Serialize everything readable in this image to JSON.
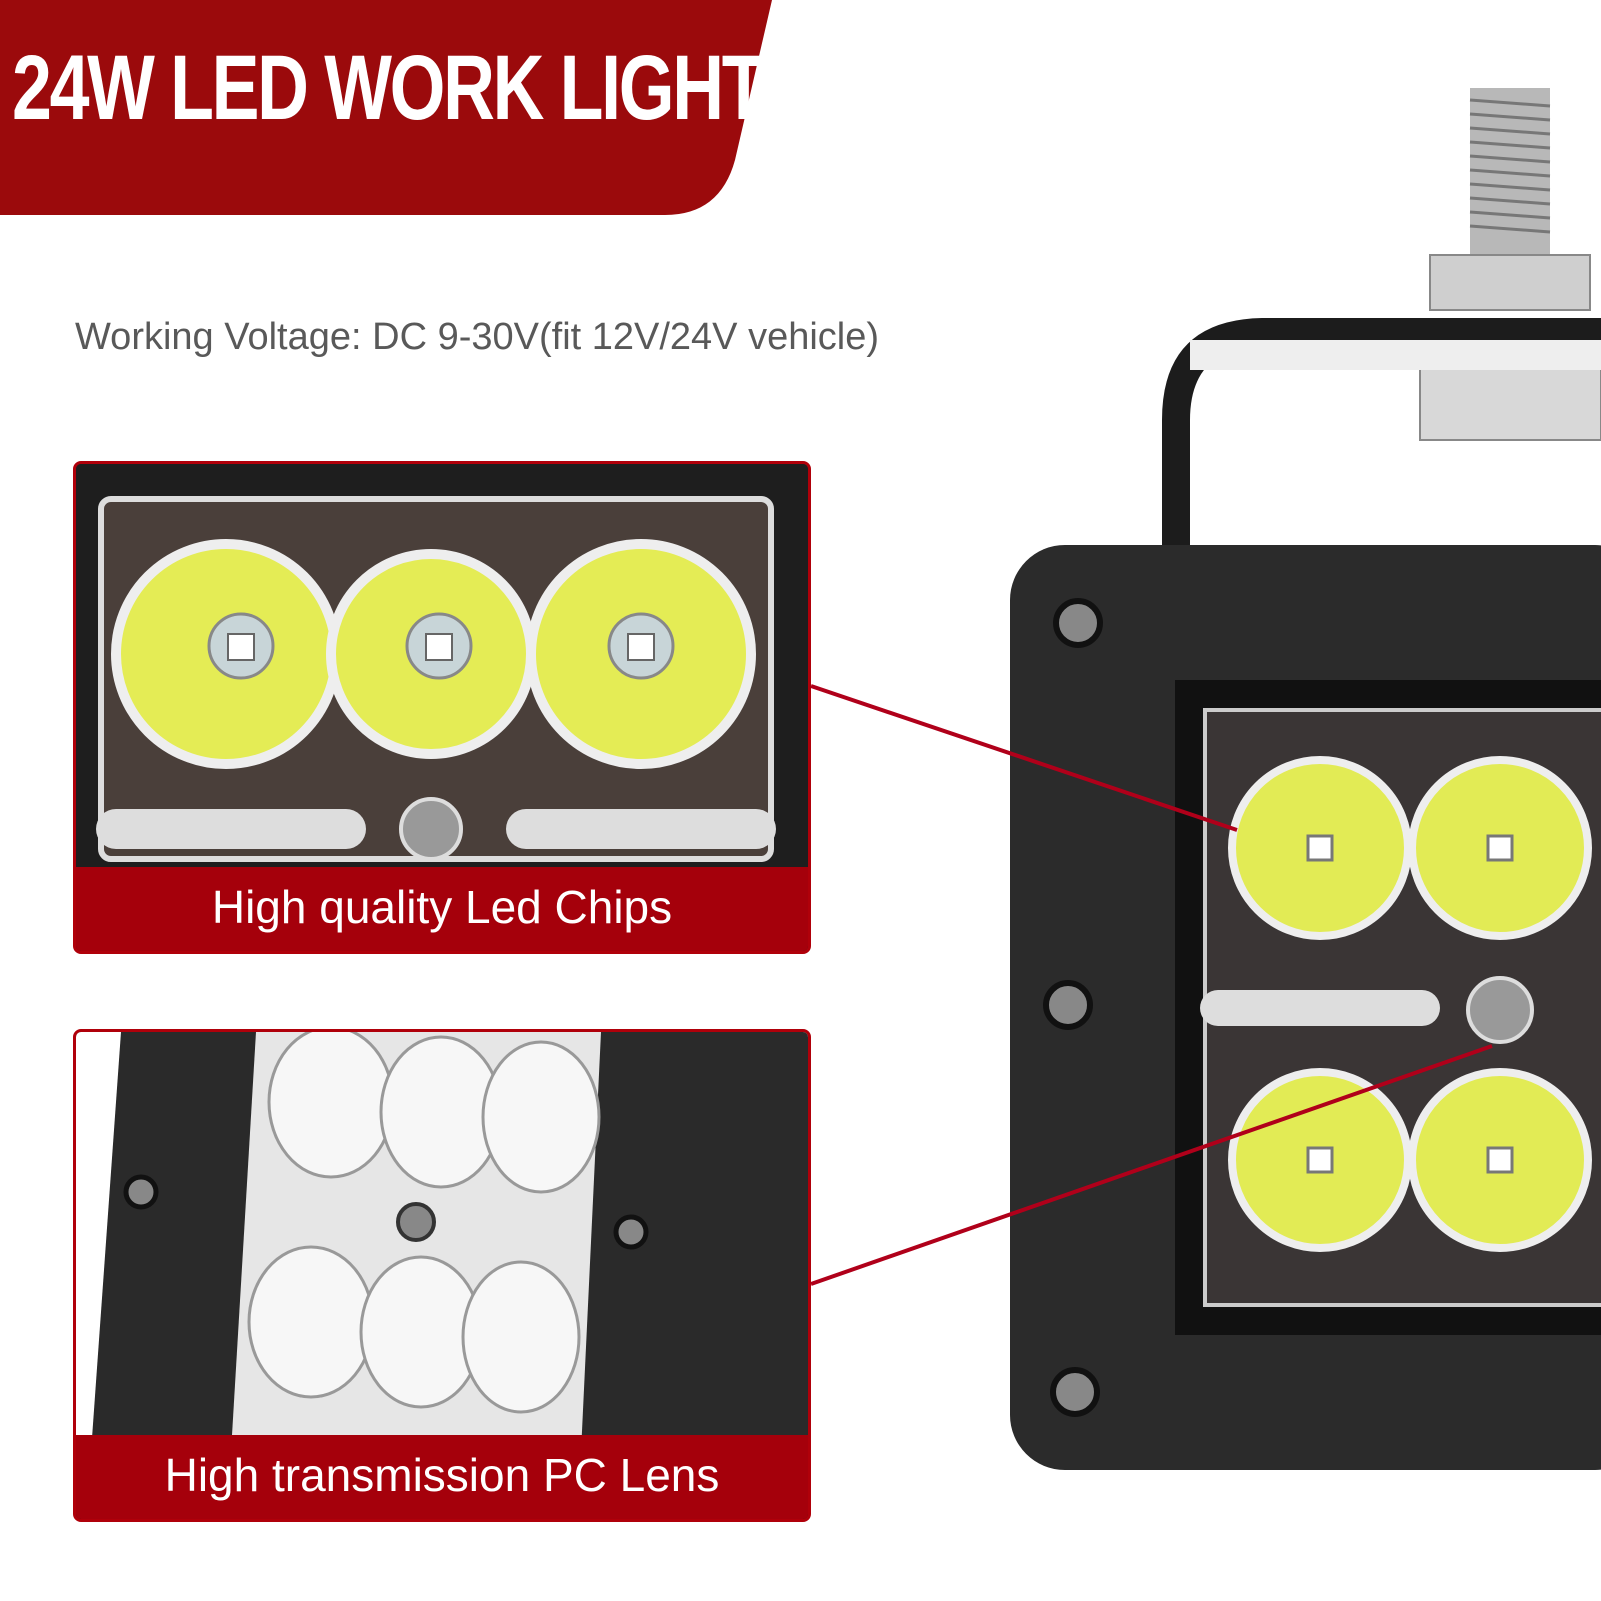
{
  "banner": {
    "title": "24W LED WORK LIGHT",
    "color": "#9b0a0c"
  },
  "spec": {
    "voltage": "Working Voltage: DC 9-30V(fit 12V/24V vehicle)"
  },
  "callouts": [
    {
      "caption": "High quality Led Chips"
    },
    {
      "caption": "High transmission PC Lens"
    }
  ],
  "colors": {
    "accent": "#a5000b",
    "callout_line": "#b0001a",
    "led_yellow": "#e8f05a",
    "housing": "#2a2a2a"
  }
}
